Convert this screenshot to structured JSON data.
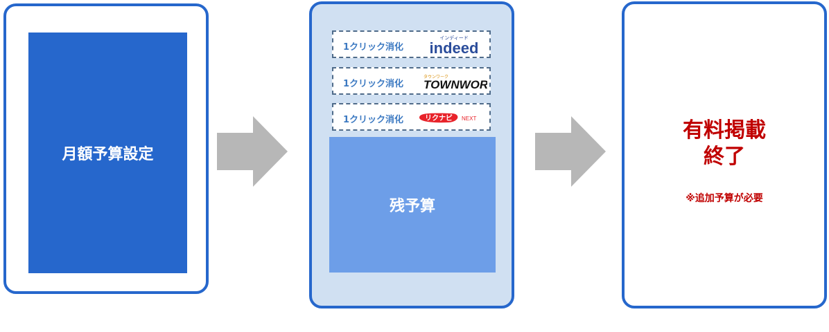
{
  "steps": {
    "monthly": {
      "label": "月額予算設定"
    },
    "consume": {
      "rows": [
        {
          "click_label": "1クリック消化",
          "logo_name": "indeed-logo",
          "logo_text": "indeed",
          "logo_kana": "インディード"
        },
        {
          "click_label": "1クリック消化",
          "logo_name": "townwork-logo",
          "logo_text": "TOWNWORK",
          "logo_kana": "タウンワーク"
        },
        {
          "click_label": "1クリック消化",
          "logo_name": "rikunabi-next-logo",
          "logo_text": "リクナビ",
          "logo_suffix": "NEXT"
        }
      ],
      "remaining_label": "残予算"
    },
    "end": {
      "title_line1": "有料掲載",
      "title_line2": "終了",
      "note": "※追加予算が必要"
    }
  },
  "colors": {
    "card_border": "#2667cc",
    "monthly_block": "#2667cc",
    "card2_background": "#d0e0f2",
    "remaining_block": "#6d9ee8",
    "end_text": "#c00000",
    "arrow": "#b7b7b7"
  },
  "icons": {
    "flow_arrow": "right-arrow-icon"
  }
}
